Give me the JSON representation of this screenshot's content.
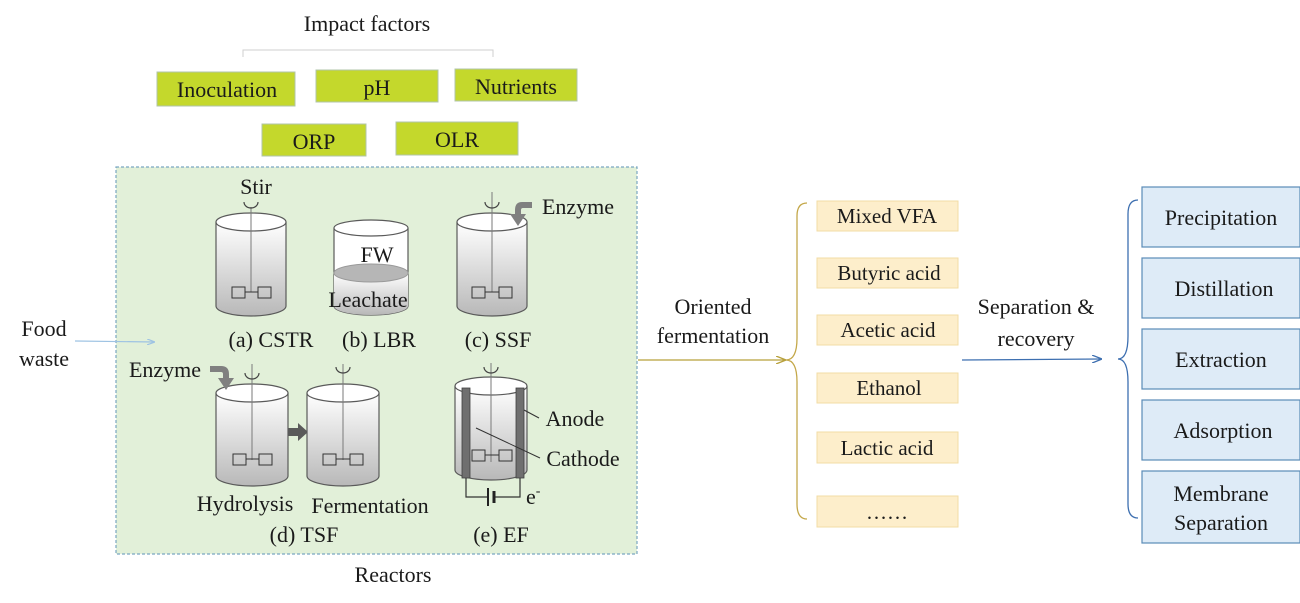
{
  "impact": {
    "title": "Impact factors",
    "factors": [
      "Inoculation",
      "pH",
      "Nutrients",
      "ORP",
      "OLR"
    ]
  },
  "reactors": {
    "caption": "Reactors",
    "stir": "Stir",
    "enzyme": "Enzyme",
    "fw": "FW",
    "leachate": "Leachate",
    "cstr": "(a) CSTR",
    "lbr": "(b) LBR",
    "ssf": "(c) SSF",
    "hydrolysis": "Hydrolysis",
    "fermentation": "Fermentation",
    "tsf": "(d) TSF",
    "anode": "Anode",
    "cathode": "Cathode",
    "electron": "e",
    "electron_sup": "-",
    "ef": "(e) EF"
  },
  "feed": {
    "line1": "Food",
    "line2": "waste"
  },
  "oriented": {
    "line1": "Oriented",
    "line2": "fermentation"
  },
  "products": [
    "Mixed VFA",
    "Butyric acid",
    "Acetic acid",
    "Ethanol",
    "Lactic acid",
    "……"
  ],
  "separation": {
    "line1": "Separation &",
    "line2": "recovery"
  },
  "methods": [
    "Precipitation",
    "Distillation",
    "Extraction",
    "Adsorption"
  ],
  "membrane": {
    "line1": "Membrane",
    "line2": "Separation"
  },
  "colors": {
    "factor_fill": "#c4d82c",
    "factor_stroke": "#b0c4aa",
    "panel_fill": "#e2f0d9",
    "panel_stroke": "#7aa6c2",
    "product_fill": "#fdeecb",
    "product_stroke": "#f2dca6",
    "method_fill": "#deebf7",
    "method_stroke": "#5a8bb7",
    "fermentation_arrow": "#b7a03b",
    "separation_arrow": "#3d6fb0",
    "feed_arrow": "#9ec3e3"
  }
}
